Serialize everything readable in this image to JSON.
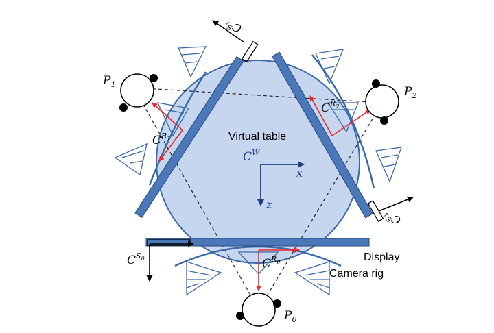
{
  "labels": {
    "p0": "P",
    "p0_sub": "0",
    "p1": "P",
    "p1_sub": "1",
    "p2": "P",
    "p2_sub": "2",
    "world_frame": "C",
    "world_frame_sup": "W",
    "axis_x": "x",
    "axis_z": "z",
    "table": "Virtual table",
    "display": "Display",
    "rig": "Camera rig",
    "cs0": "C",
    "cs0_sup": "S",
    "cs0_sup_sub": "0",
    "cs1": "C",
    "cs1_sup": "S",
    "cs1_sup_sub": "1",
    "cs2": "C",
    "cs2_sup": "S",
    "cs2_sup_sub": "2",
    "cr0": "C",
    "cr0_sup": "R",
    "cr0_sup_sub": "0",
    "cr1": "C",
    "cr1_sup": "R",
    "cr1_sup_sub": "1",
    "cr2": "C",
    "cr2_sup": "R",
    "cr2_sup_sub": "2"
  },
  "colors": {
    "table_fill": "#c5d6ee",
    "table_stroke": "#3a6aa8",
    "panel": "#4a78b8",
    "rig_frame_arrow": "#e8262b",
    "world_axis": "#1f3e8c"
  }
}
